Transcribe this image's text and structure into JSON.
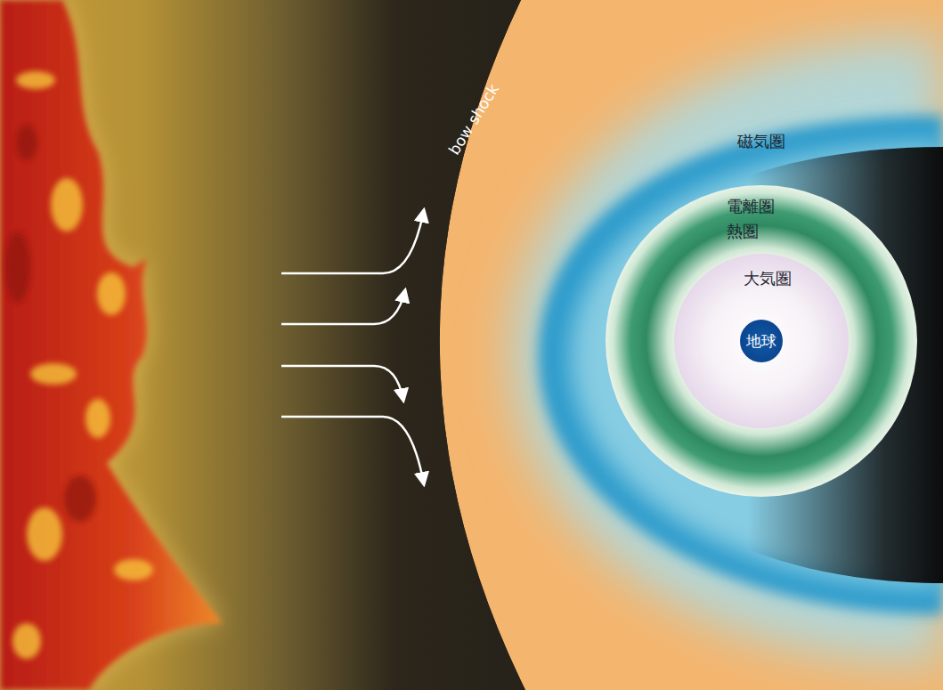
{
  "diagram": {
    "nodes": [
      {
        "text": [
          "磁気圏"
        ]
      },
      {
        "text": [
          "電離圏",
          "熱圏"
        ],
        "in": 0
      },
      {
        "text": [
          "大気圏"
        ],
        "in": 1
      },
      {
        "text": [
          "地球"
        ],
        "in": 2
      }
    ],
    "labels": [
      "bow shock"
    ]
  }
}
